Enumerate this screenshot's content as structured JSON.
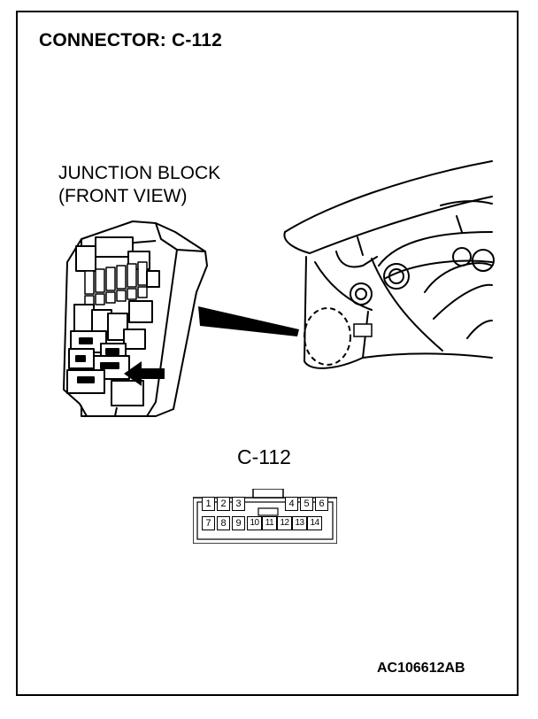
{
  "title": "CONNECTOR: C-112",
  "junction_label_line1": "JUNCTION BLOCK",
  "junction_label_line2": "(FRONT VIEW)",
  "connector_name": "C-112",
  "pins_top": [
    "1",
    "2",
    "3",
    "4",
    "5",
    "6"
  ],
  "pins_bottom": [
    "7",
    "8",
    "9",
    "10",
    "11",
    "12",
    "13",
    "14"
  ],
  "figure_code": "AC106612AB"
}
